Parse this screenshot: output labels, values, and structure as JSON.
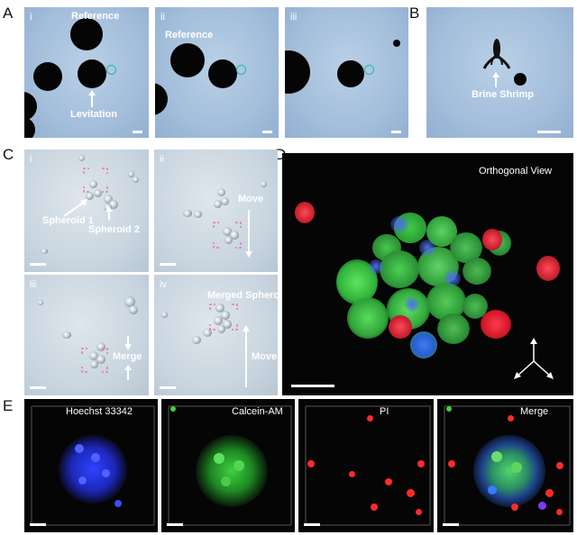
{
  "panel_letters": {
    "a": "A",
    "b": "B",
    "c": "C",
    "d": "D",
    "e": "E"
  },
  "panel_a": {
    "sub_i": "i",
    "sub_ii": "ii",
    "sub_iii": "iii",
    "label_reference_i": "Reference",
    "label_levitation": "Levitation",
    "label_reference_ii": "Reference"
  },
  "panel_b": {
    "label_brine_shrimp": "Brine Shrimp"
  },
  "panel_c": {
    "sub_i": "i",
    "sub_ii": "ii",
    "sub_iii": "iii",
    "sub_iv": "iv",
    "label_spheroid1": "Spheroid 1",
    "label_spheroid2": "Spheroid 2",
    "label_move_ii": "Move",
    "label_merge": "Merge",
    "label_merged_spheroid": "Merged Spheroid",
    "label_move_iv": "Move"
  },
  "panel_d": {
    "title": "Orthogonal  View"
  },
  "panel_e": {
    "titles": [
      "Hoechst 33342",
      "Calcein-AM",
      "PI",
      "Merge"
    ]
  },
  "colors": {
    "hoechst": "#2a3cff",
    "calcein": "#3fd03f",
    "pi": "#ff2a2a",
    "ring": "#1fb7b0",
    "marker": "#e87aa0"
  }
}
